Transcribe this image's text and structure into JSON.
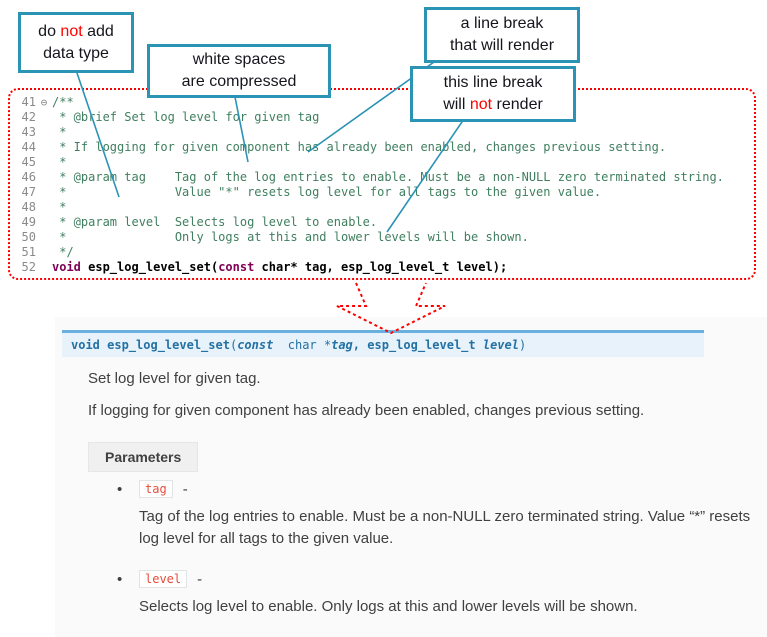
{
  "callouts": {
    "no_datatype": {
      "l1_pre": "do ",
      "l1_red": "not",
      "l1_post": " add",
      "l2": "data type"
    },
    "whitespace": {
      "l1": "white spaces",
      "l2": "are compressed"
    },
    "break_render": {
      "l1": "a line break",
      "l2": "that will render"
    },
    "break_norender": {
      "l1": "this line break",
      "l2_pre": "will ",
      "l2_red": "not",
      "l2_post": " render"
    }
  },
  "editor": {
    "lines": [
      {
        "num": "41",
        "fold": "⊖",
        "text": "/**"
      },
      {
        "num": "42",
        "text": " * @brief Set log level for given tag"
      },
      {
        "num": "43",
        "text": " *"
      },
      {
        "num": "44",
        "text": " * If logging for given component has already been enabled, changes previous setting."
      },
      {
        "num": "45",
        "text": " *"
      },
      {
        "num": "46",
        "text": " * @param tag    Tag of the log entries to enable. Must be a non-NULL zero terminated string."
      },
      {
        "num": "47",
        "text": " *               Value \"*\" resets log level for all tags to the given value."
      },
      {
        "num": "48",
        "text": " *"
      },
      {
        "num": "49",
        "text": " * @param level  Selects log level to enable."
      },
      {
        "num": "50",
        "text": " *               Only logs at this and lower levels will be shown."
      },
      {
        "num": "51",
        "text": " */"
      },
      {
        "num": "52",
        "text": ""
      }
    ],
    "line52": {
      "kw1": "void ",
      "name": "esp_log_level_set",
      "open": "(",
      "kw2": "const",
      "rest": " char* tag, esp_log_level_t level);"
    }
  },
  "signature": {
    "ret": "void ",
    "name": "esp_log_level_set",
    "open": "(",
    "kw_const": "const",
    "mid": "  char *",
    "param1": "tag",
    "sep": ", esp_log_level_t ",
    "param2": "level",
    "close": ")"
  },
  "doc": {
    "brief": "Set log level for given tag.",
    "detail": "If logging for given component has already been enabled, changes previous setting.",
    "params_label": "Parameters",
    "bullet": "•",
    "items": [
      {
        "name": "tag",
        "dash": " -",
        "desc": "Tag of the log entries to enable. Must be a non-NULL zero terminated string. Value “*” resets log level for all tags to the given value."
      },
      {
        "name": "level",
        "dash": " -",
        "desc": "Selects log level to enable. Only logs at this and lower levels will be shown."
      }
    ]
  },
  "colors": {
    "callout_border": "#2b93b4",
    "annotation_red": "#ff0000",
    "code_comment": "#3f7f5f",
    "code_keyword": "#7f0055",
    "line_number_gray": "#8a8a8a",
    "sig_bg": "#e7f2fa",
    "sig_border": "#6ab0de",
    "sig_text": "#2471a3",
    "literal_red": "#e74c3c",
    "params_bg": "#f0f0f0",
    "doc_text": "#404040"
  }
}
